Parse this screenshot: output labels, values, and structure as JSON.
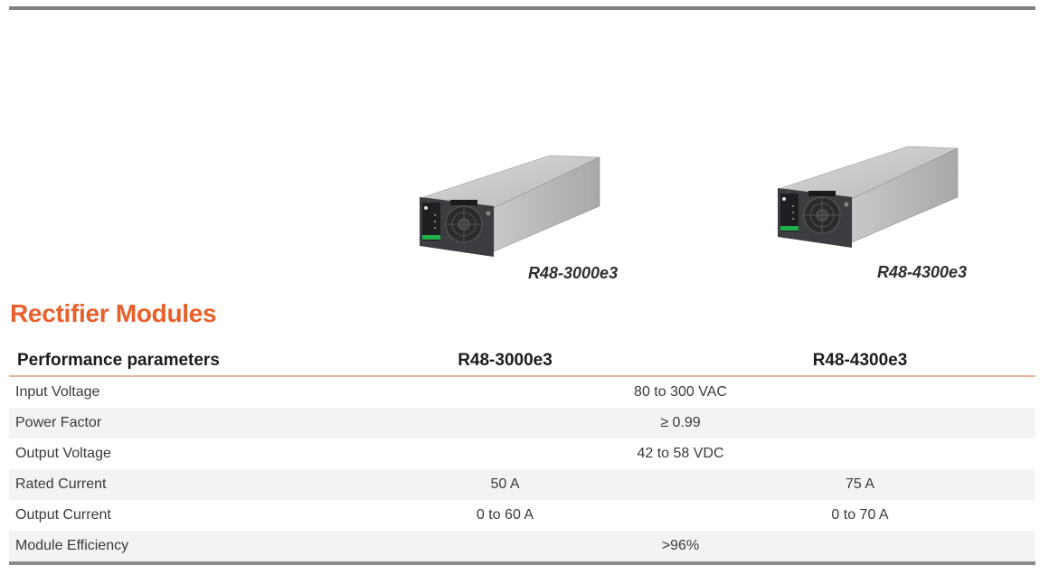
{
  "section": {
    "title": "Rectifier Modules"
  },
  "products": [
    {
      "model": "R48-3000e3",
      "image": "rectifier-module-photo"
    },
    {
      "model": "R48-4300e3",
      "image": "rectifier-module-photo"
    }
  ],
  "table": {
    "headers": [
      "Performance parameters",
      "R48-3000e3",
      "R48-4300e3"
    ],
    "rows": [
      {
        "param": "Input Voltage",
        "shared": "80 to 300 VAC"
      },
      {
        "param": "Power Factor",
        "shared": "≥ 0.99"
      },
      {
        "param": "Output Voltage",
        "shared": "42 to 58 VDC"
      },
      {
        "param": "Rated Current",
        "a": "50 A",
        "b": "75 A"
      },
      {
        "param": "Output Current",
        "a": "0 to 60 A",
        "b": "0 to 70 A"
      },
      {
        "param": "Module Efficiency",
        "shared": ">96%"
      }
    ]
  },
  "colors": {
    "accent": "#e8602c",
    "header_rule": "#eab199",
    "alt_row": "#f2f3f4",
    "border_gray": "#808080"
  }
}
